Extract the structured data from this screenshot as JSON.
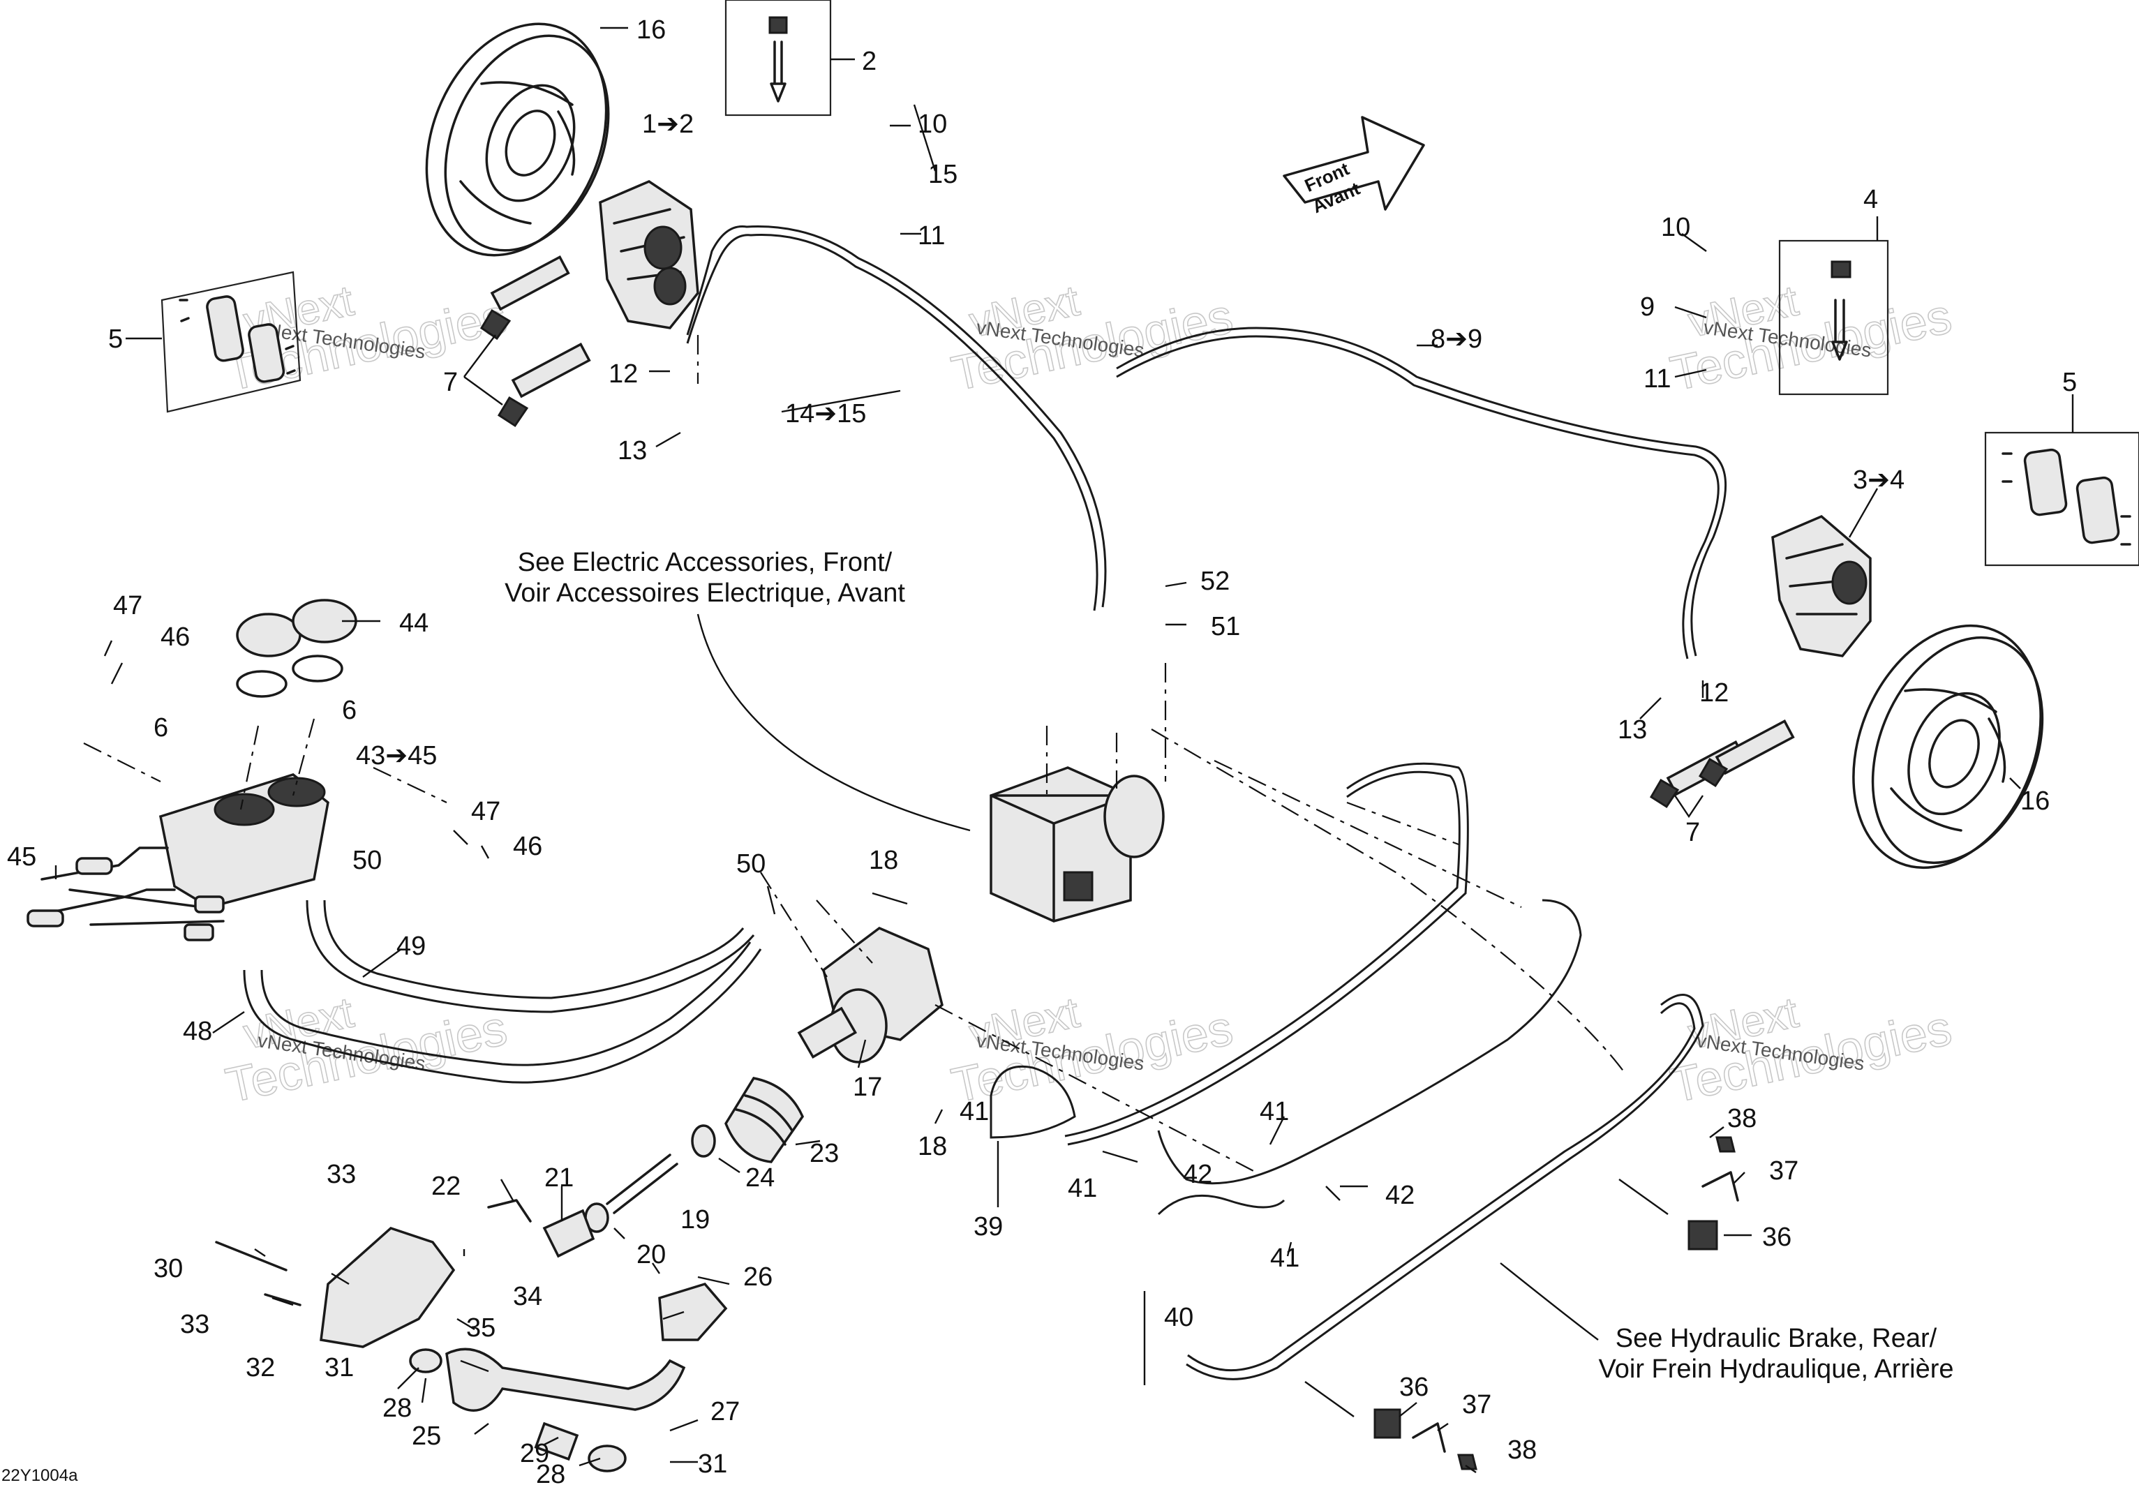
{
  "callouts": {
    "c16a": "16",
    "c2": "2",
    "c1_2": "1➔2",
    "c10a": "10",
    "c15": "15",
    "c11a": "11",
    "c5a": "5",
    "c7a": "7",
    "c12a": "12",
    "c13a": "13",
    "c14_15": "14➔15",
    "c8_9": "8➔9",
    "c10b": "10",
    "c9": "9",
    "c11b": "11",
    "c4": "4",
    "c5b": "5",
    "c3_4": "3➔4",
    "c12b": "12",
    "c13b": "13",
    "c7b": "7",
    "c16b": "16",
    "c52": "52",
    "c51": "51",
    "c47a": "47",
    "c46a": "46",
    "c44": "44",
    "c6a": "6",
    "c6b": "6",
    "c43_45": "43➔45",
    "c47b": "47",
    "c46b": "46",
    "c45": "45",
    "c50a": "50",
    "c50b": "50",
    "c18a": "18",
    "c49": "49",
    "c48": "48",
    "c17": "17",
    "c18b": "18",
    "c41a": "41",
    "c23": "23",
    "c24": "24",
    "c41b": "41",
    "c41c": "41",
    "c42a": "42",
    "c41d": "41",
    "c42b": "42",
    "c39": "39",
    "c40": "40",
    "c38a": "38",
    "c37a": "37",
    "c36a": "36",
    "c33a": "33",
    "c22": "22",
    "c21": "21",
    "c19": "19",
    "c30": "30",
    "c20": "20",
    "c34": "34",
    "c33b": "33",
    "c35": "35",
    "c26": "26",
    "c32": "32",
    "c31a": "31",
    "c28a": "28",
    "c27": "27",
    "c25": "25",
    "c29": "29",
    "c28b": "28",
    "c31b": "31",
    "c36b": "36",
    "c37b": "37",
    "c38b": "38"
  },
  "notes": {
    "front_line1": "See Electric Accessories, Front/",
    "front_line2": "Voir Accessoires Electrique, Avant",
    "rear_line1": "See Hydraulic Brake, Rear/",
    "rear_line2": "Voir Frein Hydraulique, Arrière"
  },
  "direction_arrow": {
    "line1": "Front",
    "line2": "Avant"
  },
  "watermark": {
    "line1": "vNext",
    "line2": "Technologies",
    "small": "vNext Technologies"
  },
  "diagram_code": "22Y1004a"
}
